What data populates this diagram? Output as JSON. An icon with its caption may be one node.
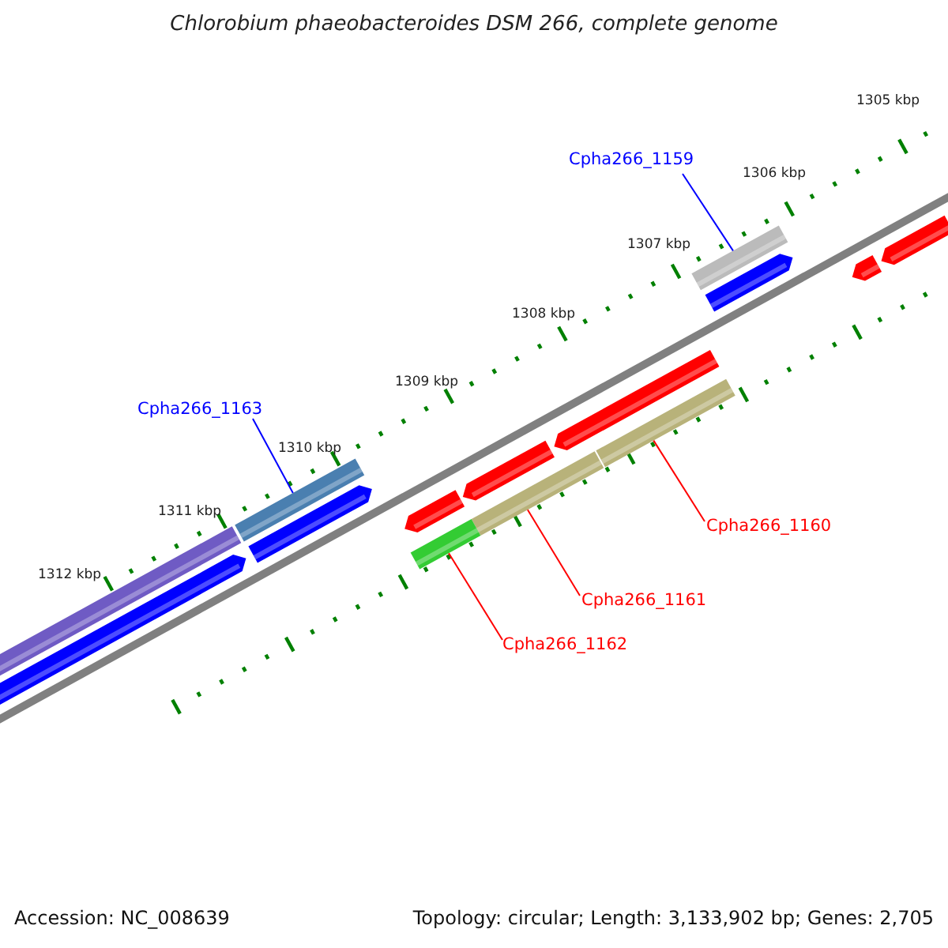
{
  "diagram": {
    "title": "Chlorobium phaeobacteroides DSM 266, complete genome",
    "nodes": [
      {
        "text": [
          "Cpha266_1159"
        ]
      },
      {
        "text": [],
        "shape": "bar"
      },
      {
        "text": [
          "Cpha266_1163"
        ]
      },
      {
        "text": [],
        "shape": "bar"
      },
      {
        "text": [
          "Cpha266_1160"
        ]
      },
      {
        "text": [],
        "shape": "bar"
      },
      {
        "text": [
          "Cpha266_1161"
        ]
      },
      {
        "text": [],
        "shape": "bar"
      },
      {
        "text": [
          "Cpha266_1162"
        ]
      },
      {
        "text": [],
        "shape": "bar"
      }
    ],
    "edges": [
      {
        "from": 0,
        "to": 1,
        "arrow": "none",
        "color": "#0000ff"
      },
      {
        "from": 2,
        "to": 3,
        "arrow": "none",
        "color": "#0000ff"
      },
      {
        "from": 4,
        "to": 5,
        "arrow": "none"
      },
      {
        "from": 6,
        "to": 7,
        "arrow": "none"
      },
      {
        "from": 8,
        "to": 9,
        "arrow": "none"
      }
    ],
    "labels": [
      "1305 kbp",
      "1306 kbp",
      "1307 kbp",
      "1308 kbp",
      "1309 kbp",
      "1310 kbp",
      "1311 kbp",
      "1312 kbp",
      "Accession: NC_008639",
      "Topology: circular; Length: 3,133,902 bp; Genes: 2,705"
    ]
  }
}
